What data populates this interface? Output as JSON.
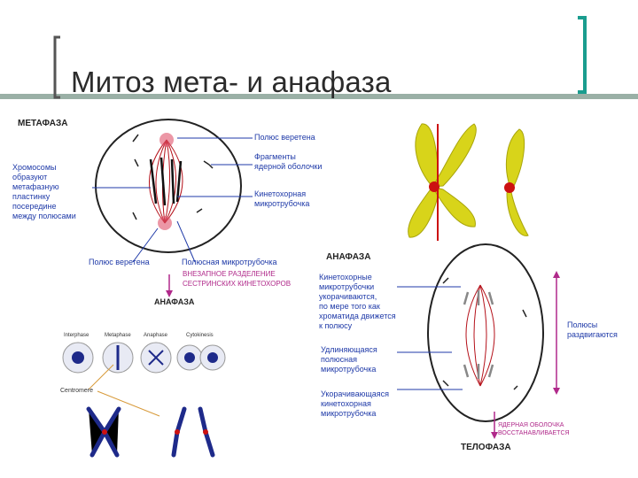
{
  "title": "Митоз мета- и анафаза",
  "metaphase": {
    "heading": "МЕТАФАЗА",
    "chromosomes_label": [
      "Хромосомы",
      "образуют",
      "метафазную",
      "пластинку",
      "посередине",
      "между полюсами"
    ],
    "spindle_pole_top": "Полюс веретена",
    "fragments": [
      "Фрагменты",
      "ядерной оболочки"
    ],
    "kinetochore_mt": [
      "Кинетохорная",
      "микротрубочка"
    ],
    "spindle_pole_bottom": "Полюс веретена",
    "polar_mt": "Полюсная микротрубочка",
    "sudden": [
      "ВНЕЗАПНОЕ РАЗДЕЛЕНИЕ",
      "СЕСТРИНСКИХ КИНЕТОХОРОВ"
    ],
    "next_phase": "АНАФАЗА"
  },
  "anaphase": {
    "heading": "АНАФАЗА",
    "kinetochore_shorten": [
      "Кинетохорные",
      "микротрубочки",
      "укорачиваются,",
      "по мере того как",
      "хроматида движется",
      "к полюсу"
    ],
    "elongating_polar": [
      "Удлиняющаяся",
      "полюсная",
      "микротрубочка"
    ],
    "shortening_kinetochore": [
      "Укорачивающаяся",
      "кинетохорная",
      "микротрубочка"
    ],
    "poles_move": [
      "Полюсы",
      "раздвигаются"
    ],
    "nuclear_envelope": [
      "ЯДЕРНАЯ ОБОЛОЧКА",
      "ВОССТАНАВЛИВАЕТСЯ"
    ],
    "next_phase": "ТЕЛОФАЗА"
  },
  "small_diagram": {
    "stages": [
      "Interphase",
      "Metaphase",
      "Anaphase",
      "Cytokinesis"
    ],
    "centromere": "Centromere"
  },
  "colors": {
    "accent_bracket": "#1a9d8f",
    "chromosome_yellow": "#d8d41a",
    "centromere_red": "#cc1111",
    "label_blue": "#1f3aa8",
    "label_magenta": "#b0298a"
  }
}
